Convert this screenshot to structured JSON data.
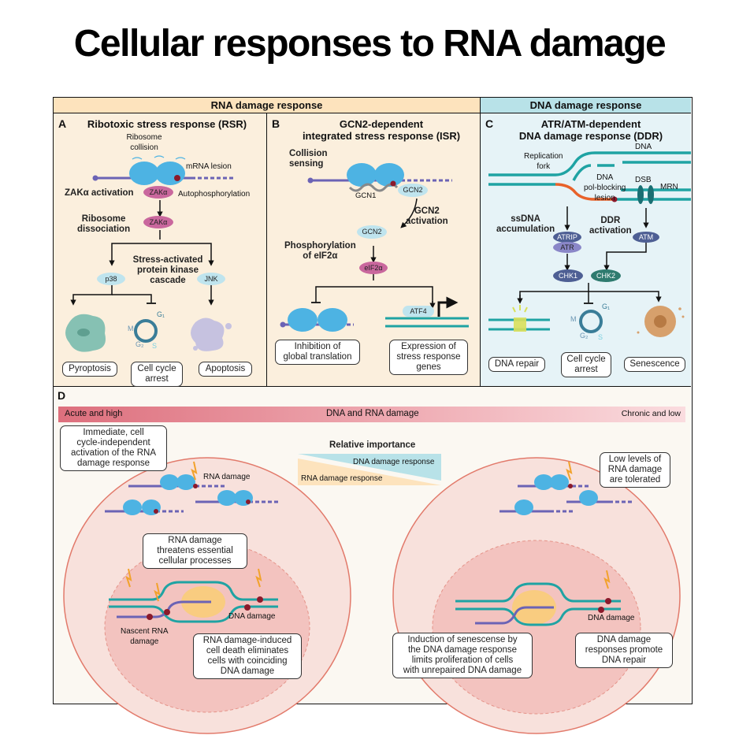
{
  "title": "Cellular responses to RNA damage",
  "headers": {
    "rna": "RNA damage response",
    "dna": "DNA damage response"
  },
  "colors": {
    "rna_header": "#fde3bd",
    "rna_panel": "#fbefdd",
    "dna_header": "#b8e2e8",
    "dna_panel": "#e6f3f7",
    "ribosome": "#4db3e3",
    "mrna": "#6b63b5",
    "zak": "#c9679d",
    "lesion": "#8b1a2b",
    "dna_strand": "#1fa3a3",
    "ssdna": "#e8622a",
    "phospho": "#f29a2e"
  },
  "panel_a": {
    "letter": "A",
    "title": "Ribotoxic stress response (RSR)",
    "ribosome_collision": "Ribosome\ncollision",
    "mrna_lesion": "mRNA lesion",
    "zak_activation": "ZAKα activation",
    "zak": "ZAKα",
    "autophosphorylation": "Autophosphorylation",
    "ribosome_dissociation": "Ribosome\ndissociation",
    "cascade": "Stress-activated\nprotein kinase\ncascade",
    "p38": "p38",
    "jnk": "JNK",
    "outcomes": [
      "Pyroptosis",
      "Cell cycle\narrest",
      "Apoptosis"
    ],
    "cycle_phases": [
      "G1",
      "S",
      "G2",
      "M"
    ]
  },
  "panel_b": {
    "letter": "B",
    "title": "GCN2-dependent\nintegrated stress response (ISR)",
    "collision_sensing": "Collision\nsensing",
    "gcn1": "GCN1",
    "gcn2": "GCN2",
    "gcn2_activation": "GCN2\nactivation",
    "phosphorylation": "Phosphorylation\nof eIF2α",
    "eif2a": "eIF2α",
    "atf4": "ATF4",
    "outcomes": [
      "Inhibition of\nglobal translation",
      "Expression of\nstress response\ngenes"
    ]
  },
  "panel_c": {
    "letter": "C",
    "title": "ATR/ATM-dependent\nDNA damage response (DDR)",
    "dna": "DNA",
    "replication_fork": "Replication\nfork",
    "pol_blocking": "DNA\npol-blocking\nlesion",
    "dsb": "DSB",
    "mrn": "MRN",
    "ssdna": "ssDNA\naccumulation",
    "ddr_activation": "DDR\nactivation",
    "atrip": "ATRIP",
    "atr": "ATR",
    "atm": "ATM",
    "chk1": "CHK1",
    "chk2": "CHK2",
    "outcomes": [
      "DNA repair",
      "Cell cycle\narrest",
      "Senescence"
    ]
  },
  "panel_d": {
    "letter": "D",
    "gradient_left": "Acute and high",
    "gradient_center": "DNA and RNA damage",
    "gradient_right": "Chronic and low",
    "relative_importance": "Relative importance",
    "dna_response": "DNA damage response",
    "rna_response": "RNA damage response",
    "left_cell": {
      "callout_top": "Immediate, cell\ncycle-independent\nactivation of the RNA\ndamage response",
      "rna_damage": "RNA damage",
      "callout_middle": "RNA damage\nthreatens essential\ncellular processes",
      "nascent": "Nascent RNA\ndamage",
      "dna_damage": "DNA damage",
      "callout_bottom": "RNA damage-induced\ncell death eliminates\ncells with coinciding\nDNA damage"
    },
    "right_cell": {
      "callout_top": "Low levels of\nRNA damage\nare tolerated",
      "dna_damage": "DNA damage",
      "callout_left": "Induction of senescense by\nthe DNA damage response\nlimits proliferation of cells\nwith unrepaired DNA damage",
      "callout_right": "DNA damage\nresponses promote\nDNA repair"
    }
  }
}
